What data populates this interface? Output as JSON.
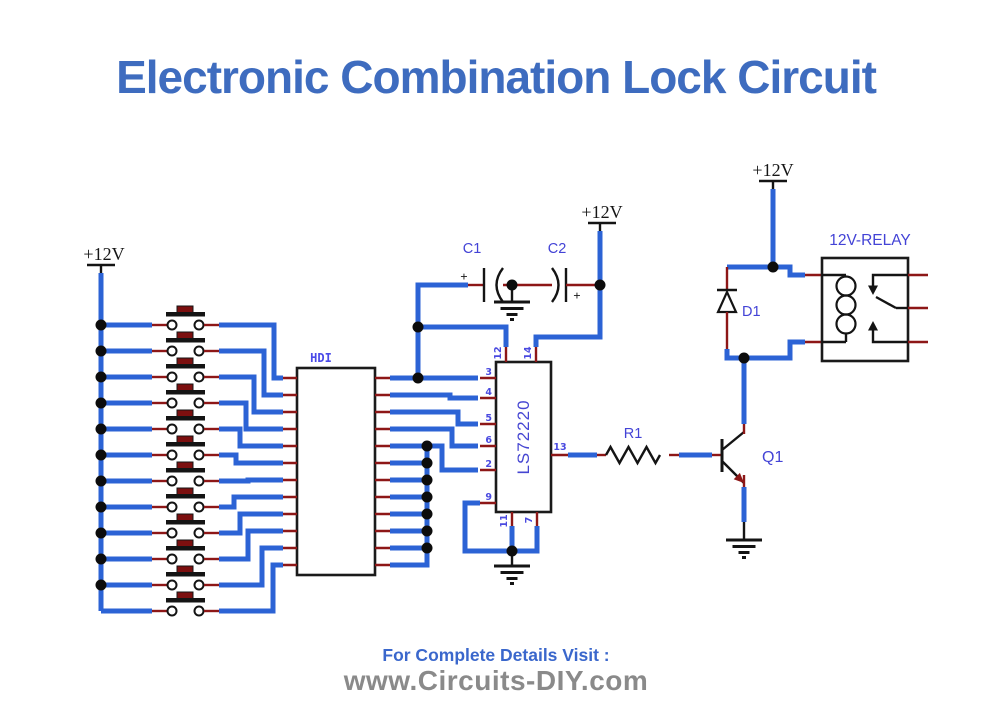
{
  "title": {
    "text": "Electronic Combination Lock Circuit"
  },
  "power_labels": {
    "left": "+12V",
    "middle": "+12V",
    "right": "+12V"
  },
  "keypad": {
    "label": "HDI",
    "switch_count": 12
  },
  "ic": {
    "label": "LS72220",
    "pins_top": [
      "12",
      "14"
    ],
    "pins_left": [
      "3",
      "4",
      "5",
      "6",
      "2",
      "9"
    ],
    "pin_right": "13",
    "pins_bottom": [
      "11",
      "7"
    ]
  },
  "parts": {
    "c1": "C1",
    "c2": "C2",
    "r1": "R1",
    "q1": "Q1",
    "d1": "D1",
    "relay": "12V-RELAY",
    "polarity_mark": "+"
  },
  "colors": {
    "wire": "#2c63d5",
    "pin_stub": "#8d1717",
    "outline": "#141414",
    "component_label": "#4343d6",
    "pin_number": "#4a4ae0",
    "title": "#3e6cbf",
    "footer_note": "#3a67cc",
    "footer_site": "#8a8a8a",
    "switch_cap": "#7c0f0f"
  },
  "footer": {
    "note": "For Complete Details Visit :",
    "site": "www.Circuits-DIY.com"
  }
}
